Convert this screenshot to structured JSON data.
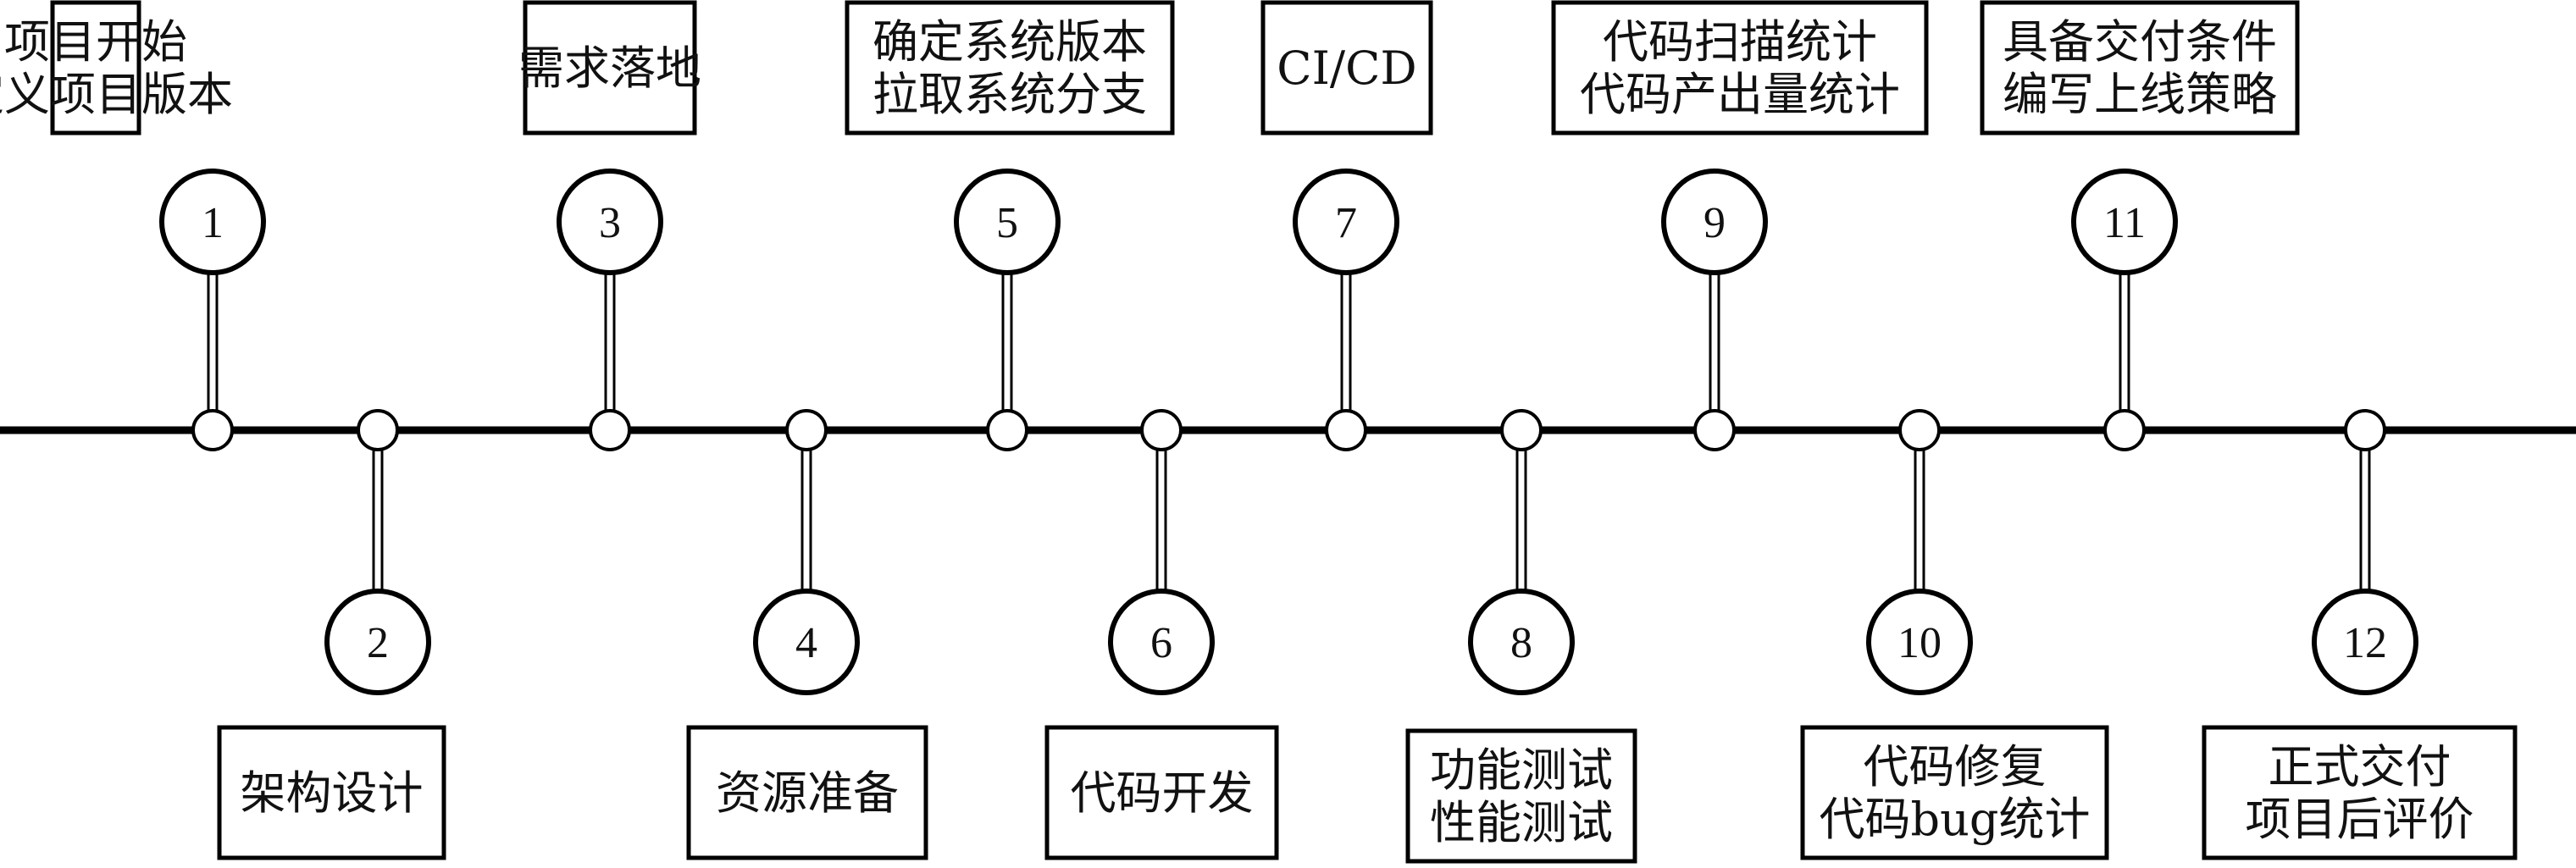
{
  "steps": [
    {
      "number": "1",
      "lines": [
        "项目开始",
        "定义项目版本"
      ]
    },
    {
      "number": "2",
      "lines": [
        "架构设计"
      ]
    },
    {
      "number": "3",
      "lines": [
        "需求落地"
      ]
    },
    {
      "number": "4",
      "lines": [
        "资源准备"
      ]
    },
    {
      "number": "5",
      "lines": [
        "确定系统版本",
        "拉取系统分支"
      ]
    },
    {
      "number": "6",
      "lines": [
        "代码开发"
      ]
    },
    {
      "number": "7",
      "lines": [
        "CI/CD"
      ]
    },
    {
      "number": "8",
      "lines": [
        "功能测试",
        "性能测试"
      ]
    },
    {
      "number": "9",
      "lines": [
        "代码扫描统计",
        "代码产出量统计"
      ]
    },
    {
      "number": "10",
      "lines": [
        "代码修复",
        "代码bug统计"
      ]
    },
    {
      "number": "11",
      "lines": [
        "具备交付条件",
        "编写上线策略"
      ]
    },
    {
      "number": "12",
      "lines": [
        "正式交付",
        "项目后评价"
      ]
    }
  ]
}
